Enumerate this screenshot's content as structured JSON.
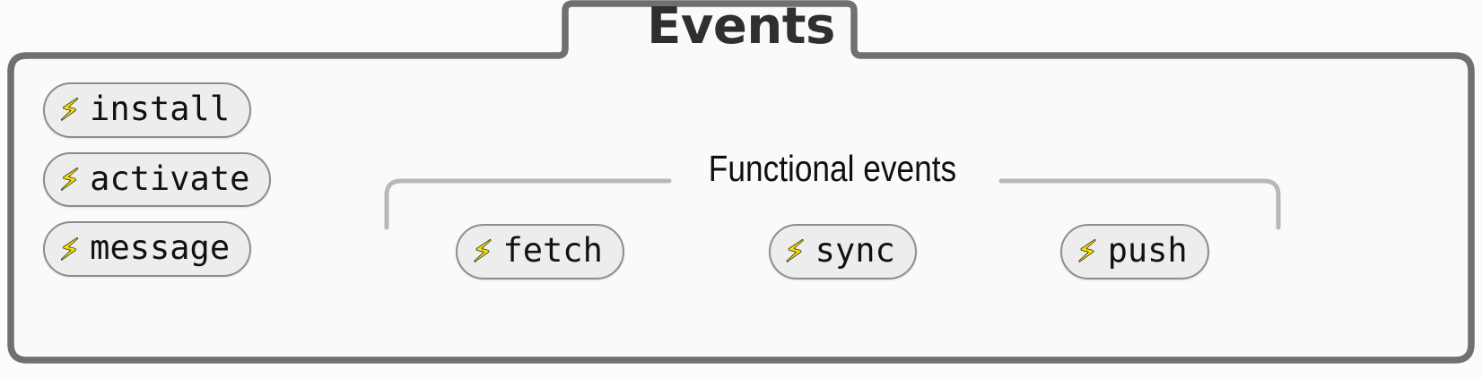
{
  "panel": {
    "title": "Events",
    "border_color": "#707070",
    "fill_color": "#fafafa"
  },
  "primary_events": [
    {
      "icon": "lightning-bolt-icon",
      "glyph": "⚡",
      "label": "install"
    },
    {
      "icon": "lightning-bolt-icon",
      "glyph": "⚡",
      "label": "activate"
    },
    {
      "icon": "lightning-bolt-icon",
      "glyph": "⚡",
      "label": "message"
    }
  ],
  "functional_group": {
    "legend": "Functional events",
    "border_color": "#b8b8b8",
    "events": [
      {
        "icon": "lightning-bolt-icon",
        "glyph": "⚡",
        "label": "fetch"
      },
      {
        "icon": "lightning-bolt-icon",
        "glyph": "⚡",
        "label": "sync"
      },
      {
        "icon": "lightning-bolt-icon",
        "glyph": "⚡",
        "label": "push"
      }
    ]
  },
  "pill_style": {
    "fill": "#ededed",
    "stroke": "#8d8d8d",
    "bolt_color": "#f5e000"
  }
}
